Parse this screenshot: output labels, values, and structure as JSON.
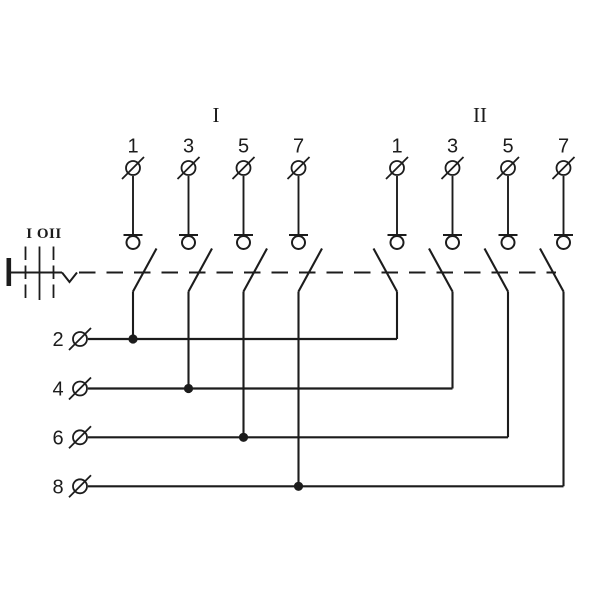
{
  "diagram": {
    "kind": "changeover-switch-wiring-schematic",
    "background_color": "#ffffff",
    "line_color": "#1c1c1c",
    "groups": [
      {
        "label": "I",
        "terminals": [
          "1",
          "3",
          "5",
          "7"
        ]
      },
      {
        "label": "II",
        "terminals": [
          "1",
          "3",
          "5",
          "7"
        ]
      }
    ],
    "rows": [
      {
        "label": "2",
        "connects": [
          "I-1",
          "II-1"
        ]
      },
      {
        "label": "4",
        "connects": [
          "I-3",
          "II-3"
        ]
      },
      {
        "label": "6",
        "connects": [
          "I-5",
          "II-5"
        ]
      },
      {
        "label": "8",
        "connects": [
          "I-7",
          "II-7"
        ]
      }
    ],
    "actuator_label": "I OII",
    "symbols": {
      "terminal": "slashed-circle",
      "fixed_contact": "open-circle-with-bar",
      "moving_contact": "tilted-blade",
      "junction": "filled-dot",
      "switch_axis": "horizontal-dashed-line",
      "handle": "thick-bar-with-detent-notch"
    }
  }
}
